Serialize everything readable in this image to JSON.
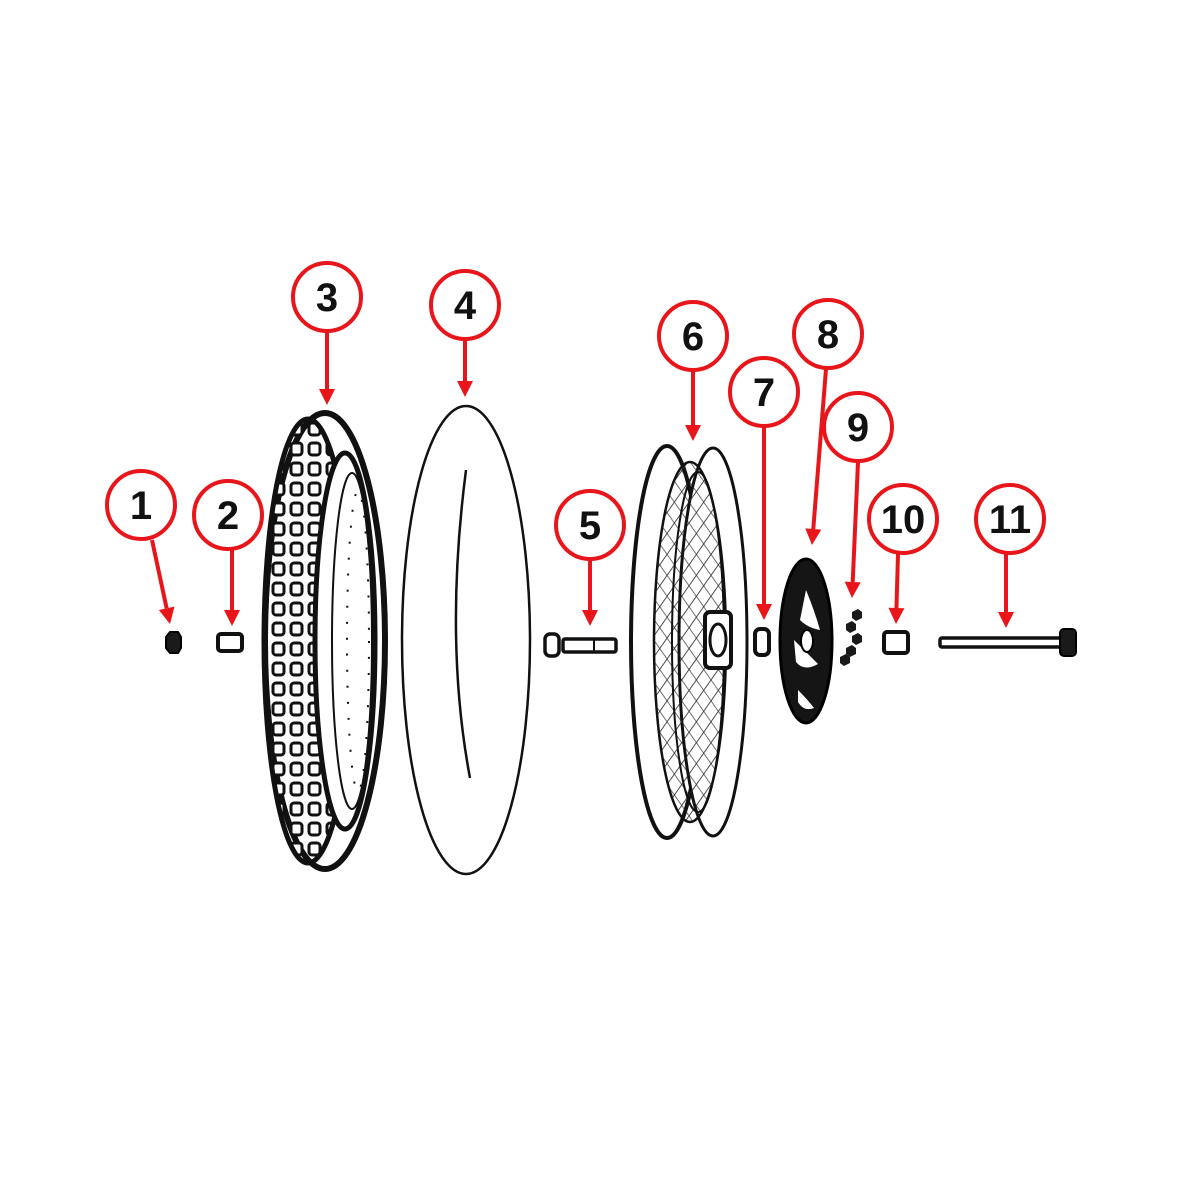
{
  "diagram": {
    "type": "exploded-parts-diagram",
    "callout_color": "#e8161b",
    "line_color": "#111111",
    "callouts": [
      {
        "label": "1",
        "part": "axle-nut"
      },
      {
        "label": "2",
        "part": "spacer"
      },
      {
        "label": "3",
        "part": "tire"
      },
      {
        "label": "4",
        "part": "inner-tube"
      },
      {
        "label": "5",
        "part": "hub-spacer-sleeve"
      },
      {
        "label": "6",
        "part": "spoked-wheel-rim"
      },
      {
        "label": "7",
        "part": "bearing"
      },
      {
        "label": "8",
        "part": "brake-disc"
      },
      {
        "label": "9",
        "part": "disc-bolts"
      },
      {
        "label": "10",
        "part": "spacer-collar"
      },
      {
        "label": "11",
        "part": "axle-bolt"
      }
    ]
  }
}
